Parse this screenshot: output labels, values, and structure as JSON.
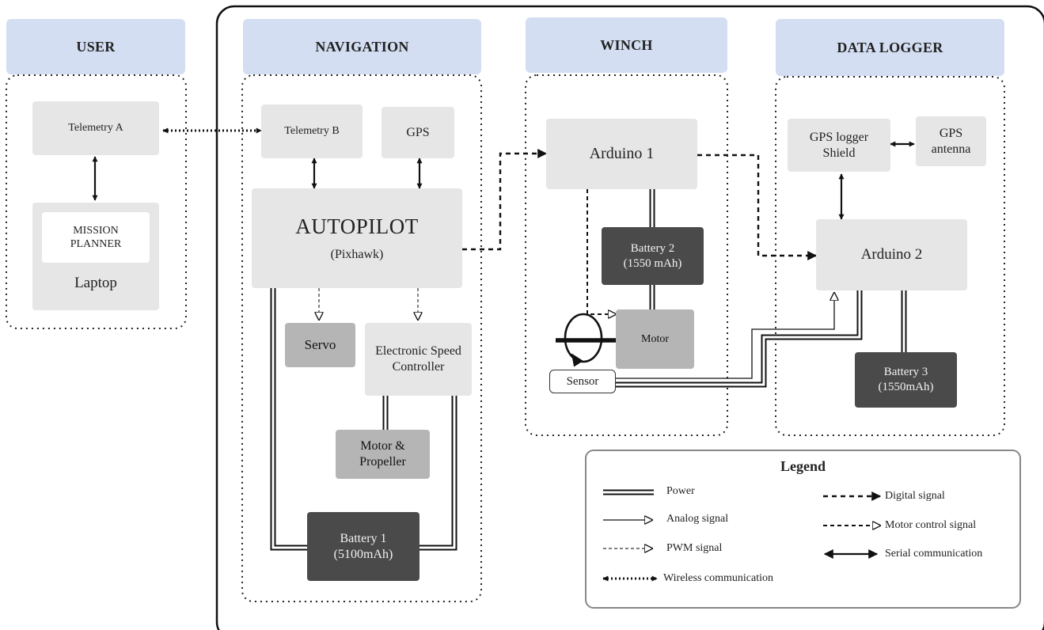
{
  "sections": {
    "user": "USER",
    "navigation": "NAVIGATION",
    "winch": "WINCH",
    "datalogger": "DATA LOGGER"
  },
  "user": {
    "telemetry_a": "Telemetry A",
    "mission_planner_line1": "MISSION",
    "mission_planner_line2": "PLANNER",
    "laptop": "Laptop"
  },
  "navigation": {
    "telemetry_b": "Telemetry B",
    "gps": "GPS",
    "autopilot": "AUTOPILOT",
    "pixhawk": "(Pixhawk)",
    "servo": "Servo",
    "esc_line1": "Electronic Speed",
    "esc_line2": "Controller",
    "motor_prop_line1": "Motor &",
    "motor_prop_line2": "Propeller",
    "battery1_line1": "Battery 1",
    "battery1_line2": "(5100mAh)"
  },
  "winch": {
    "arduino1": "Arduino 1",
    "battery2_line1": "Battery 2",
    "battery2_line2": "(1550 mAh)",
    "motor": "Motor",
    "sensor": "Sensor"
  },
  "datalogger": {
    "gps_logger_line1": "GPS logger",
    "gps_logger_line2": "Shield",
    "gps_antenna_line1": "GPS",
    "gps_antenna_line2": "antenna",
    "arduino2": "Arduino 2",
    "battery3_line1": "Battery 3",
    "battery3_line2": "(1550mAh)"
  },
  "legend": {
    "title": "Legend",
    "power": "Power",
    "analog": "Analog signal",
    "pwm": "PWM signal",
    "wireless": "Wireless communication",
    "digital": "Digital signal",
    "motor_control": "Motor control signal",
    "serial": "Serial communication"
  }
}
